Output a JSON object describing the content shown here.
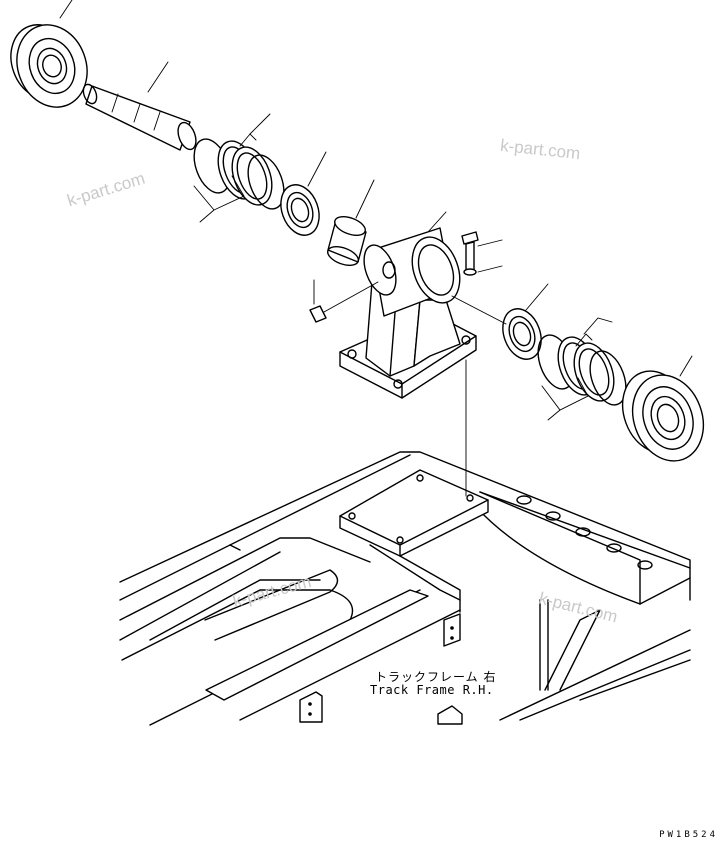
{
  "labels": {
    "track_frame_jp": "トラックフレーム 右",
    "track_frame_en": "Track Frame R.H.",
    "figure_code": "PW1B524"
  },
  "watermarks": [
    "k-part.com",
    "k-part.com",
    "k-part.com",
    "k-part.com"
  ],
  "parts": [
    "outer-wheel-left",
    "shaft",
    "floating-seal-left",
    "bearing-left",
    "bushing",
    "support-bracket",
    "bolt",
    "washer",
    "plug",
    "bearing-right",
    "floating-seal-right",
    "outer-wheel-right",
    "track-frame"
  ]
}
